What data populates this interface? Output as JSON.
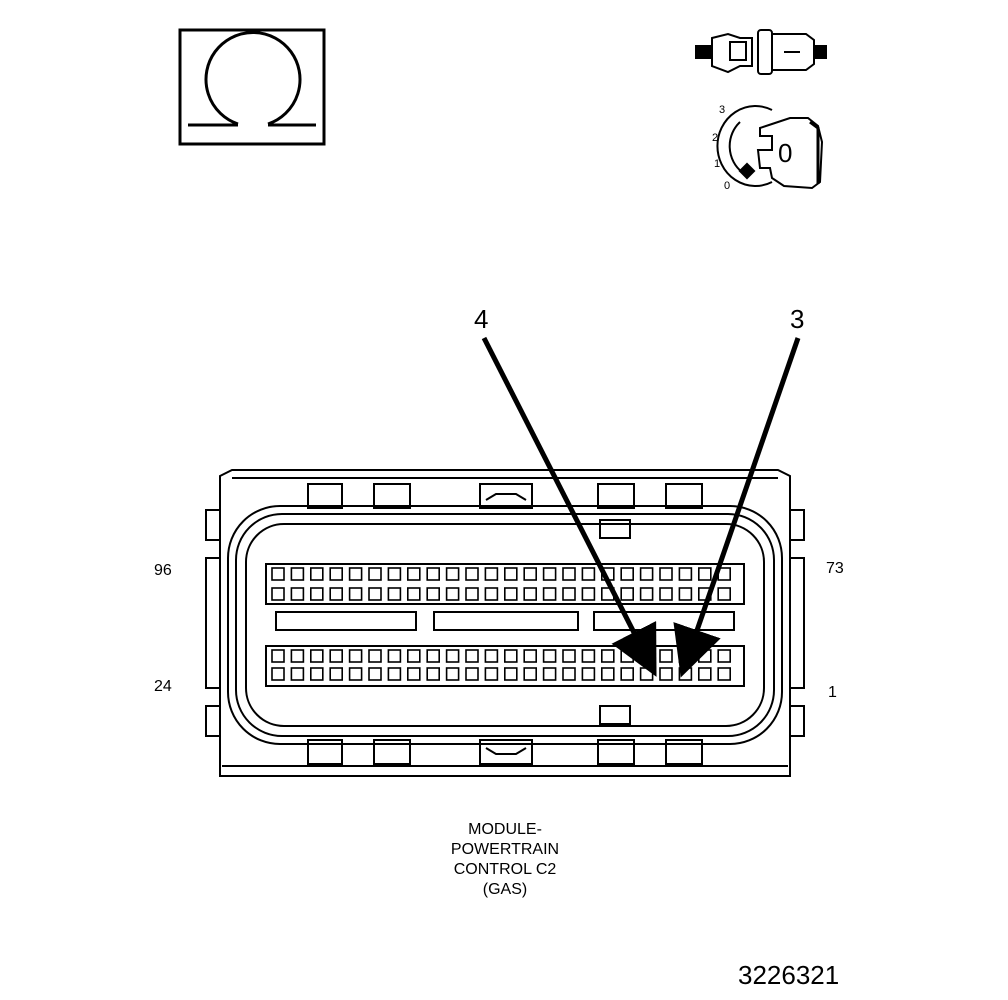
{
  "ohmmeter_symbol": {
    "glyph": "Ω"
  },
  "ignition_key": {
    "positions": [
      "3",
      "2",
      "1",
      "0"
    ],
    "key_label": "0"
  },
  "callouts": {
    "left": "4",
    "right": "3"
  },
  "connector": {
    "pin_labels": {
      "top_left": "96",
      "top_right": "73",
      "bottom_left": "24",
      "bottom_right": "1"
    }
  },
  "caption": {
    "lines": [
      "MODULE-",
      "POWERTRAIN",
      "CONTROL C2",
      "(GAS)"
    ]
  },
  "figure_number": "3226321"
}
